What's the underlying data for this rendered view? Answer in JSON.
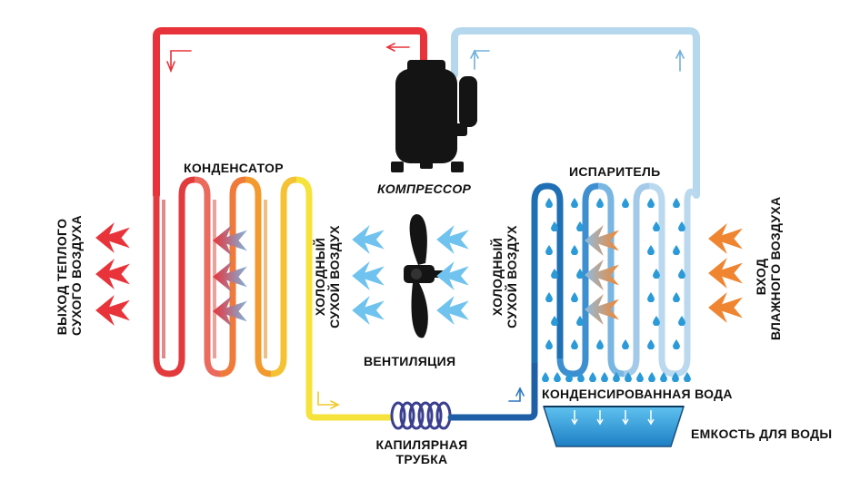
{
  "labels": {
    "condenser": "КОНДЕНСАТОР",
    "compressor": "КОМПРЕССОР",
    "evaporator": "ИСПАРИТЕЛЬ",
    "ventilation": "ВЕНТИЛЯЦИЯ",
    "capillary_line1": "КАПИЛЯРНАЯ",
    "capillary_line2": "ТРУБКА",
    "condensed_water": "КОНДЕНСИРОВАННАЯ ВОДА",
    "water_tank": "ЕМКОСТЬ ДЛЯ ВОДЫ",
    "outlet_line1": "ВЫХОД ТЕПЛОГО",
    "outlet_line2": "СУХОГО ВОЗДУХА",
    "inlet_line1": "ВХОД",
    "inlet_line2": "ВЛАЖНОГО ВОЗДУХА",
    "cold_dry_left_line1": "ХОЛОДНЫЙ",
    "cold_dry_left_line2": "СУХОЙ ВОЗДУХ",
    "cold_dry_right_line1": "ХОЛОДНЫЙ",
    "cold_dry_right_line2": "СУХОЙ ВОЗДУХ"
  },
  "colors": {
    "hot_pipe": "#e8333a",
    "warm_pipe": "#f29a2e",
    "yellow_pipe": "#f5e23a",
    "cold_pipe": "#1f6fb5",
    "light_pipe": "#b6d8ee",
    "cold_arrow": "#6fc3ee",
    "warm_arrow": "#ef8530",
    "hot_arrow": "#e8333a",
    "water": "#2a9ad8",
    "compressor": "#141414"
  },
  "icons": [
    "compressor-icon",
    "fan-icon",
    "capillary-coil-icon",
    "water-tank-icon",
    "water-drop-icon",
    "airflow-arrow-icon"
  ]
}
